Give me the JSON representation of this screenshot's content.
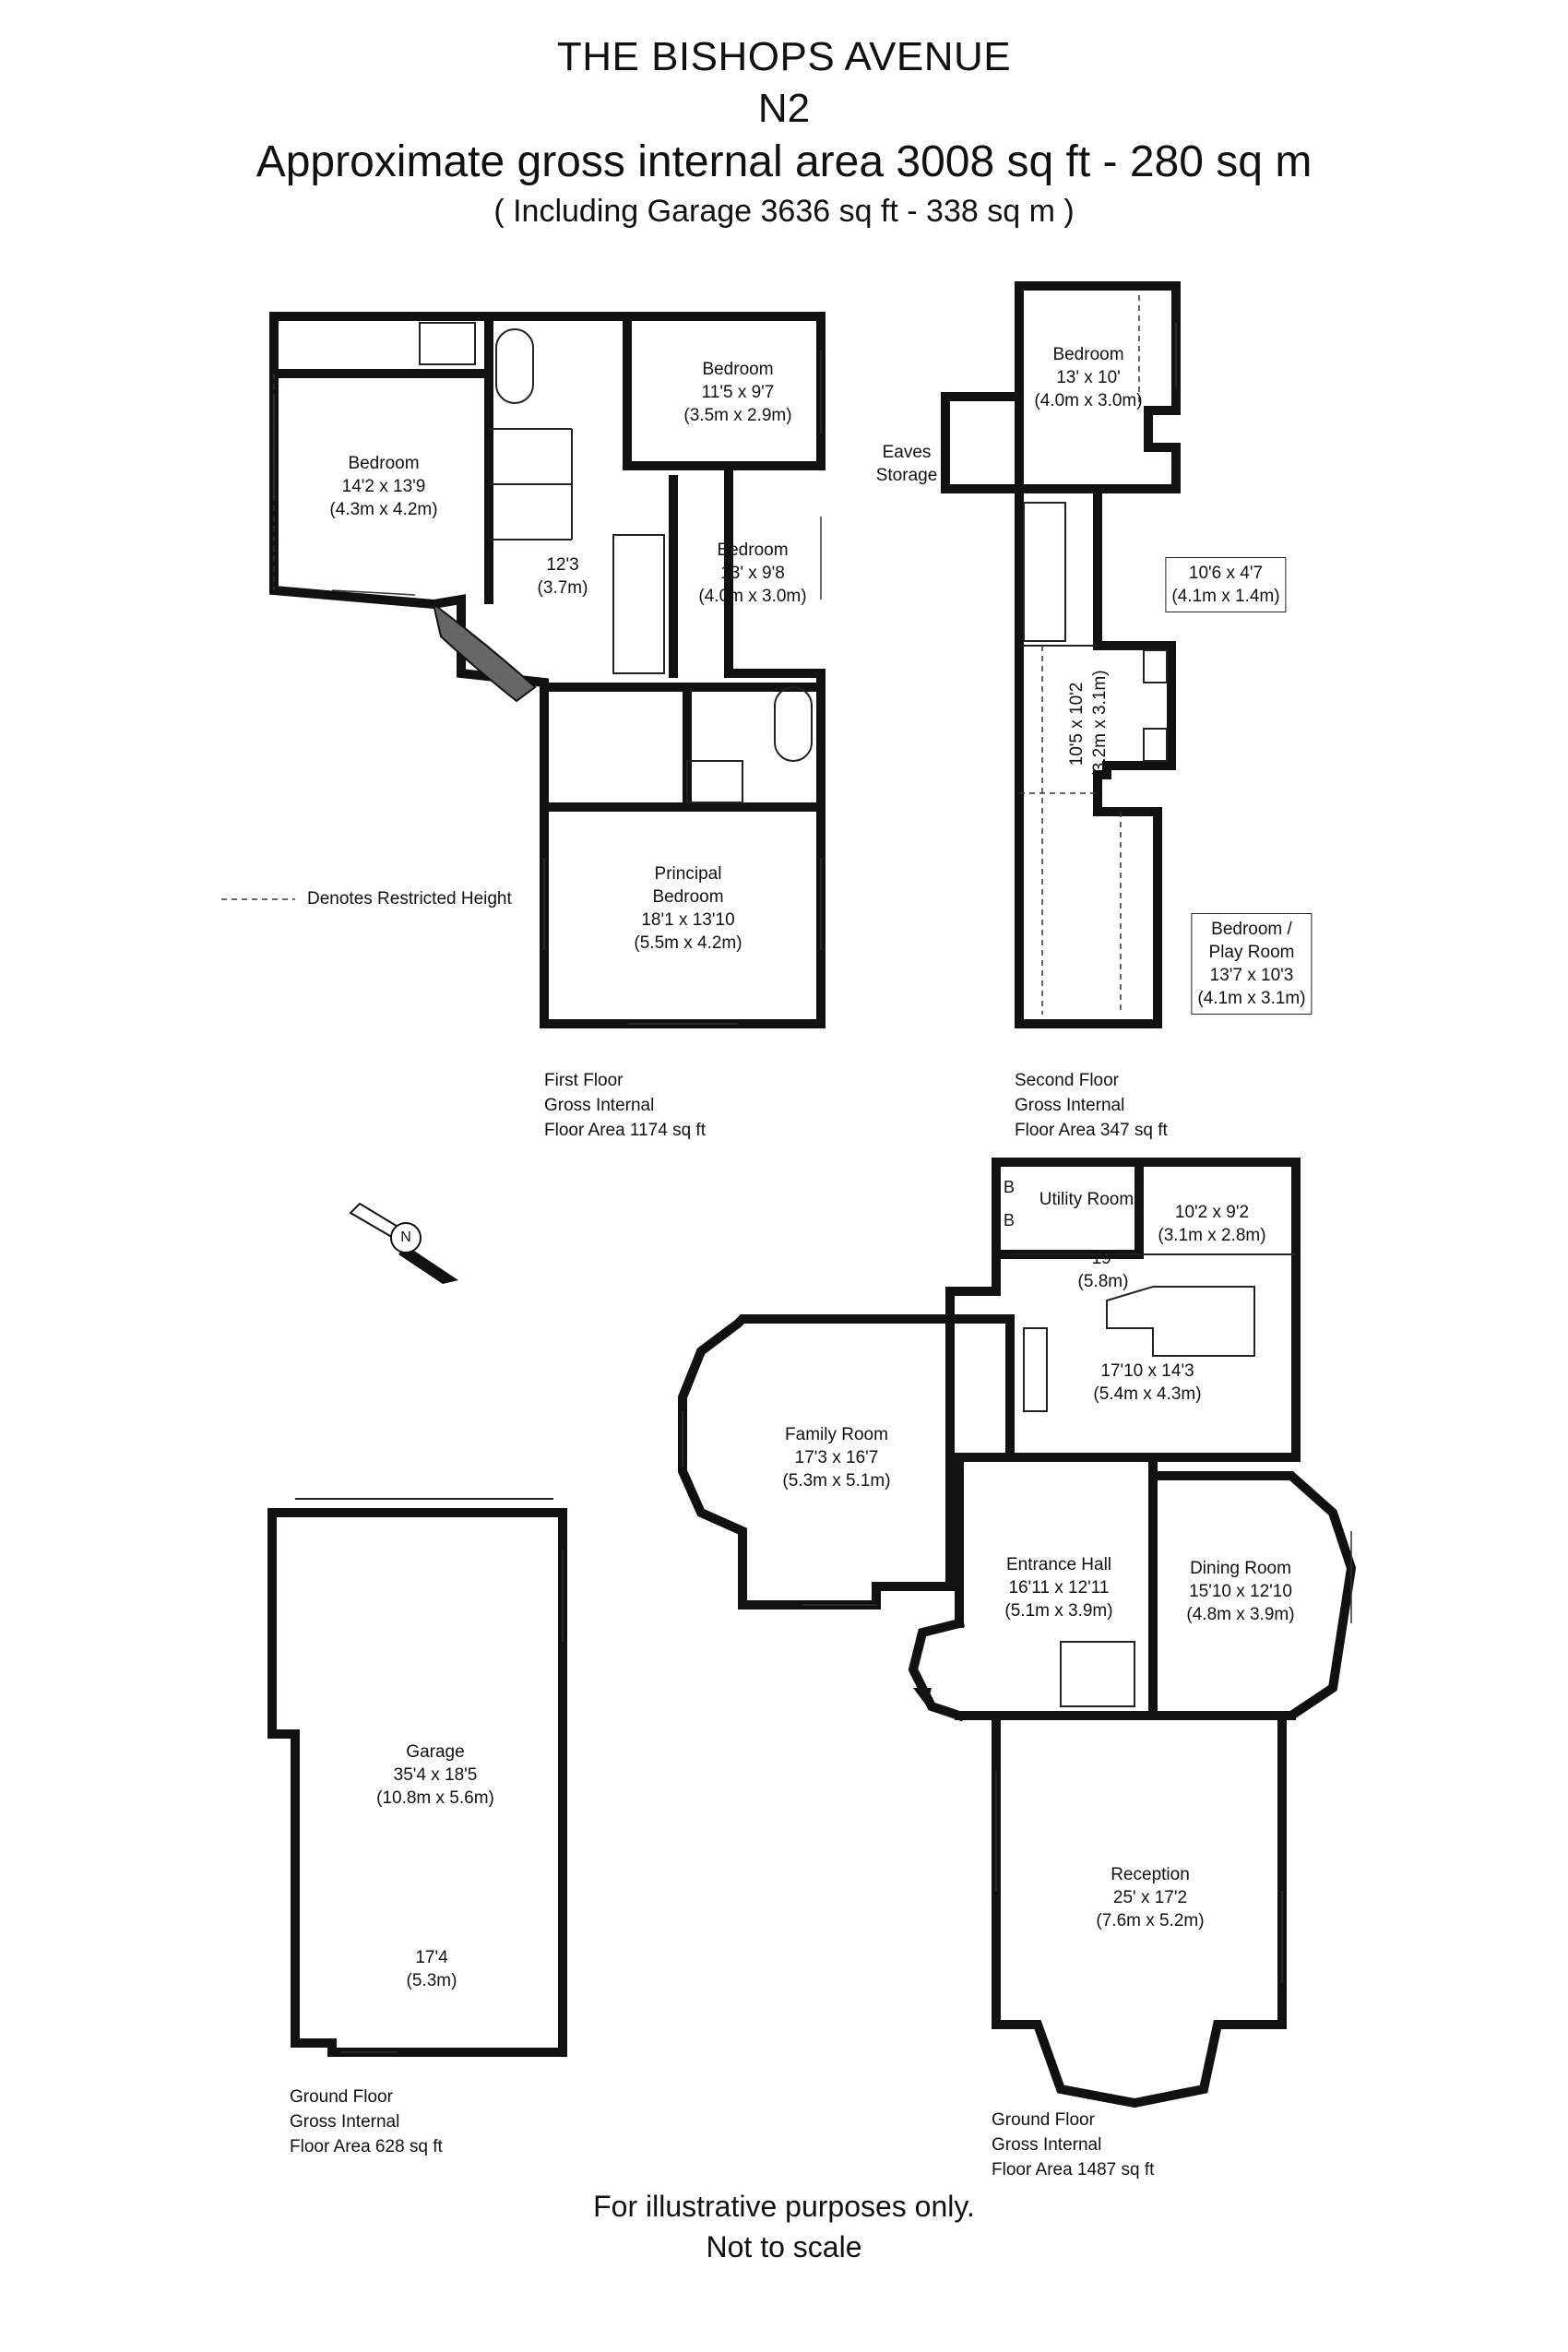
{
  "header": {
    "line1": "THE BISHOPS AVENUE",
    "line2": "N2",
    "line3": "Approximate gross internal area 3008 sq ft - 280 sq m",
    "line4": "( Including Garage 3636 sq ft - 338 sq m )"
  },
  "legend": {
    "restricted_height": "Denotes Restricted Height"
  },
  "first_floor": {
    "caption": [
      "First Floor",
      "Gross Internal",
      "Floor Area 1174 sq ft"
    ],
    "rooms": [
      {
        "name": "Bedroom",
        "size": "14'2 x 13'9",
        "metric": "(4.3m x 4.2m)"
      },
      {
        "name": "Bedroom",
        "size": "11'5 x 9'7",
        "metric": "(3.5m x 2.9m)"
      },
      {
        "name": "Bedroom",
        "size": "13' x 9'8",
        "metric": "(4.0m x 3.0m)"
      },
      {
        "name": "",
        "size": "12'3",
        "metric": "(3.7m)"
      },
      {
        "name": "Principal",
        "size": "Bedroom",
        "metric": "18'1 x 13'10",
        "extra": "(5.5m x 4.2m)"
      }
    ]
  },
  "second_floor": {
    "caption": [
      "Second Floor",
      "Gross Internal",
      "Floor Area 347 sq ft"
    ],
    "rooms": [
      {
        "name": "Bedroom",
        "size": "13' x 10'",
        "metric": "(4.0m x 3.0m)"
      },
      {
        "name": "Eaves",
        "size": "Storage"
      },
      {
        "size": "10'6 x 4'7",
        "metric": "(4.1m x 1.4m)"
      },
      {
        "size": "10'5 x 10'2",
        "metric": "(3.2m x 3.1m)"
      },
      {
        "name": "Bedroom /",
        "name2": "Play Room",
        "size": "13'7 x 10'3",
        "metric": "(4.1m x 3.1m)"
      }
    ]
  },
  "ground_floor": {
    "caption": [
      "Ground Floor",
      "Gross Internal",
      "Floor Area 1487 sq ft"
    ],
    "rooms": [
      {
        "name": "Utility Room"
      },
      {
        "size": "10'2 x 9'2",
        "metric": "(3.1m x 2.8m)"
      },
      {
        "size": "19'",
        "metric": "(5.8m)"
      },
      {
        "size": "17'10 x 14'3",
        "metric": "(5.4m x 4.3m)"
      },
      {
        "name": "Family Room",
        "size": "17'3 x 16'7",
        "metric": "(5.3m x 5.1m)"
      },
      {
        "name": "Entrance Hall",
        "size": "16'11 x 12'11",
        "metric": "(5.1m x 3.9m)"
      },
      {
        "name": "Dining Room",
        "size": "15'10 x 12'10",
        "metric": "(4.8m x 3.9m)"
      },
      {
        "name": "Reception",
        "size": "25' x 17'2",
        "metric": "(7.6m x 5.2m)"
      }
    ],
    "boiler_marks": [
      "B",
      "B"
    ]
  },
  "garage": {
    "caption": [
      "Ground Floor",
      "Gross Internal",
      "Floor Area 628 sq ft"
    ],
    "rooms": [
      {
        "name": "Garage",
        "size": "35'4 x 18'5",
        "metric": "(10.8m x 5.6m)"
      },
      {
        "size": "17'4",
        "metric": "(5.3m)"
      }
    ]
  },
  "compass": {
    "letter": "N"
  },
  "footer": {
    "line1": "For illustrative purposes only.",
    "line2": "Not to scale"
  }
}
